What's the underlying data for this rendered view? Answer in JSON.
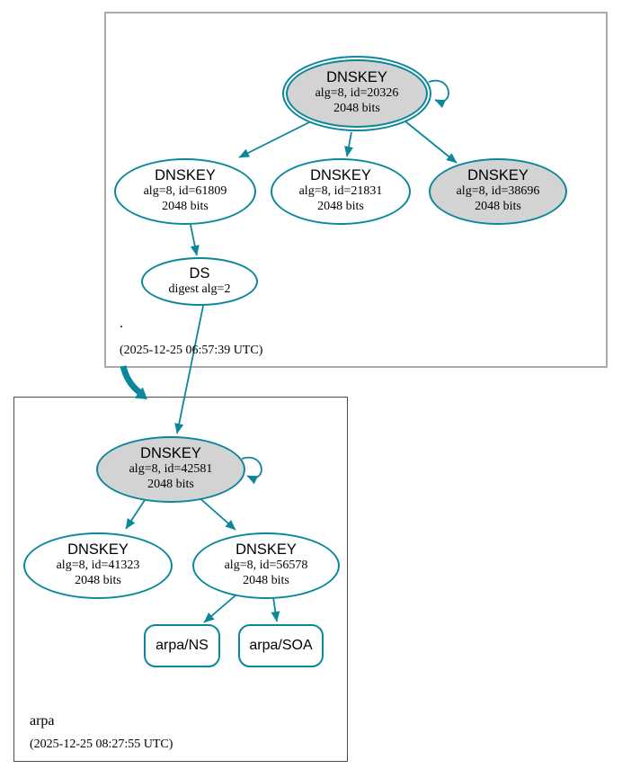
{
  "colors": {
    "secure": "#0a879a",
    "ksk_fill": "#d3d3d3",
    "node_fill": "#ffffff",
    "zone_border_root": "#aaaaaa",
    "zone_border_arpa": "#4d4d4d"
  },
  "zones": {
    "root": {
      "label": ".",
      "timestamp": "(2025-12-25 06:57:39 UTC)"
    },
    "arpa": {
      "label": "arpa",
      "timestamp": "(2025-12-25 08:27:55 UTC)"
    }
  },
  "nodes": {
    "root_ksk_20326": {
      "title": "DNSKEY",
      "alg": "alg=8, id=20326",
      "bits": "2048 bits"
    },
    "root_zsk_61809": {
      "title": "DNSKEY",
      "alg": "alg=8, id=61809",
      "bits": "2048 bits"
    },
    "root_zsk_21831": {
      "title": "DNSKEY",
      "alg": "alg=8, id=21831",
      "bits": "2048 bits"
    },
    "root_ksk_38696": {
      "title": "DNSKEY",
      "alg": "alg=8, id=38696",
      "bits": "2048 bits"
    },
    "root_ds": {
      "title": "DS",
      "alg": "digest alg=2"
    },
    "arpa_ksk_42581": {
      "title": "DNSKEY",
      "alg": "alg=8, id=42581",
      "bits": "2048 bits"
    },
    "arpa_zsk_41323": {
      "title": "DNSKEY",
      "alg": "alg=8, id=41323",
      "bits": "2048 bits"
    },
    "arpa_zsk_56578": {
      "title": "DNSKEY",
      "alg": "alg=8, id=56578",
      "bits": "2048 bits"
    },
    "arpa_ns": {
      "label": "arpa/NS"
    },
    "arpa_soa": {
      "label": "arpa/SOA"
    }
  }
}
